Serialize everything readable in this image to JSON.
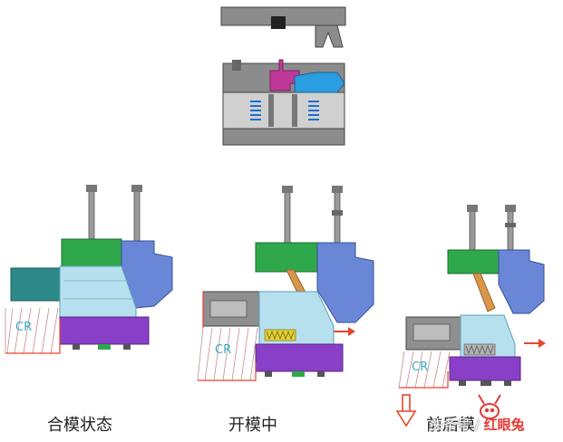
{
  "captions": {
    "closed": "合模状态",
    "opening": "开模中",
    "release": "前后模"
  },
  "cr_labels": [
    "CR",
    "CR",
    "CR"
  ],
  "watermark": {
    "prefix": "头条号",
    "separator": " / ",
    "brand": "红眼兔"
  },
  "colors": {
    "grey_plate": "#8c8c8c",
    "dark_steel": "#4a4a4a",
    "green_plate": "#2fa84b",
    "blue_slider": "#6a86d6",
    "purple_base": "#8a3fc8",
    "teal_core": "#2e8a88",
    "spring": "#e2d23a",
    "magenta_insert": "#c0399a",
    "cyan_part": "#2a9ee0",
    "orange_pin": "#d9954a",
    "arrow_red": "#e8442c"
  }
}
